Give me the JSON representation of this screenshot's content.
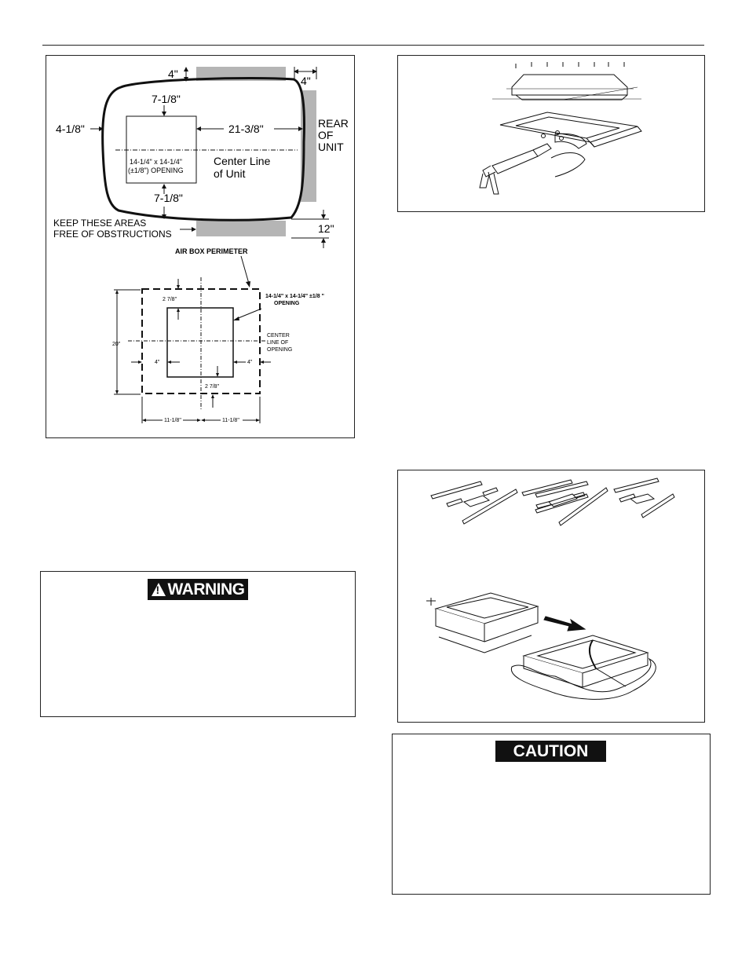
{
  "figure1": {
    "dim_top_4": "4\"",
    "dim_right_4": "4\"",
    "dim_top_7": "7-1/8\"",
    "dim_left": "4-1/8\"",
    "dim_right_21": "21-3/8\"",
    "rear_1": "REAR",
    "rear_2": "OF",
    "rear_3": "UNIT",
    "opening_1": "14-1/4\" x 14-1/4\"",
    "opening_2": "(±1/8\") OPENING",
    "centerline_1": "Center Line",
    "centerline_2": "of Unit",
    "dim_bottom_7": "7-1/8\"",
    "keep_1": "KEEP THESE AREAS",
    "keep_2": "FREE OF OBSTRUCTIONS",
    "dim_12": "12\"",
    "airbox_title": "AIR BOX PERIMETER",
    "airbox_opening_1": "14-1/4\" x 14-1/4\" ±1/8 \"",
    "airbox_opening_2": "OPENING",
    "top_278": "2 7/8\"",
    "bottom_278": "2 7/8\"",
    "dim_20": "20\"",
    "left_4": "4\"",
    "right_4": "4\"",
    "center_1": "CENTER",
    "center_2": "LINE OF",
    "center_3": "OPENING",
    "bottom_left_1118": "11-1/8\"",
    "bottom_right_1118": "11-1/8\""
  },
  "warning": {
    "label": "WARNING"
  },
  "caution": {
    "label": "CAUTION"
  }
}
